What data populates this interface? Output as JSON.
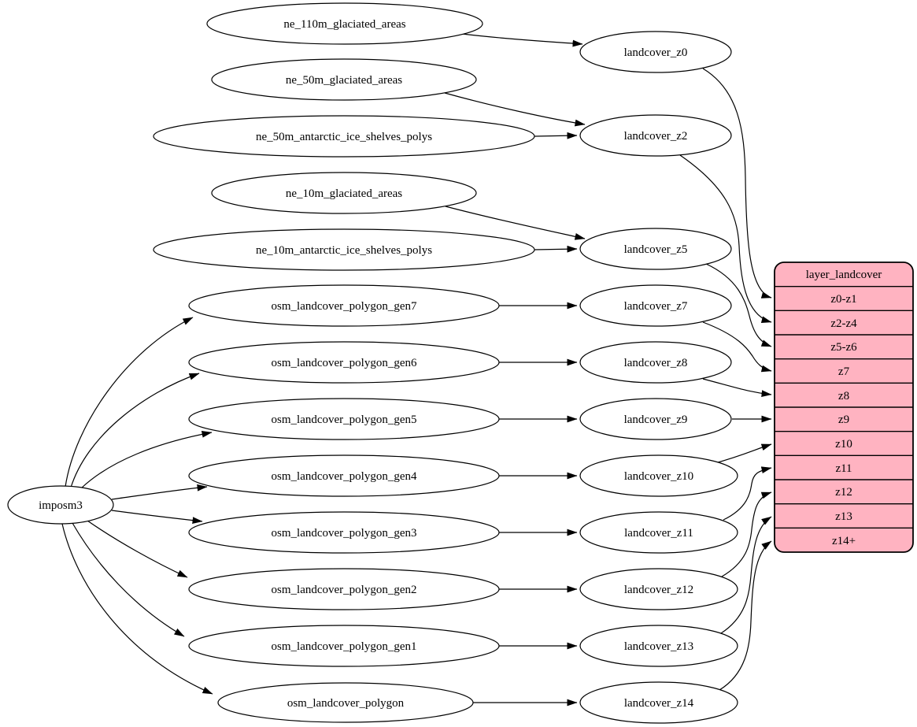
{
  "colors": {
    "background": "#ffffff",
    "node_fill": "#ffffff",
    "node_stroke": "#000000",
    "edge_color": "#000000",
    "record_fill": "#ffb3c1",
    "text_color": "#000000"
  },
  "root_node": {
    "label": "imposm3"
  },
  "sources": [
    {
      "label": "ne_110m_glaciated_areas"
    },
    {
      "label": "ne_50m_glaciated_areas"
    },
    {
      "label": "ne_50m_antarctic_ice_shelves_polys"
    },
    {
      "label": "ne_10m_glaciated_areas"
    },
    {
      "label": "ne_10m_antarctic_ice_shelves_polys"
    },
    {
      "label": "osm_landcover_polygon_gen7"
    },
    {
      "label": "osm_landcover_polygon_gen6"
    },
    {
      "label": "osm_landcover_polygon_gen5"
    },
    {
      "label": "osm_landcover_polygon_gen4"
    },
    {
      "label": "osm_landcover_polygon_gen3"
    },
    {
      "label": "osm_landcover_polygon_gen2"
    },
    {
      "label": "osm_landcover_polygon_gen1"
    },
    {
      "label": "osm_landcover_polygon"
    }
  ],
  "generalized": [
    {
      "label": "landcover_z0"
    },
    {
      "label": "landcover_z2"
    },
    {
      "label": "landcover_z5"
    },
    {
      "label": "landcover_z7"
    },
    {
      "label": "landcover_z8"
    },
    {
      "label": "landcover_z9"
    },
    {
      "label": "landcover_z10"
    },
    {
      "label": "landcover_z11"
    },
    {
      "label": "landcover_z12"
    },
    {
      "label": "landcover_z13"
    },
    {
      "label": "landcover_z14"
    }
  ],
  "layer_table": {
    "title": "layer_landcover",
    "rows": [
      "z0-z1",
      "z2-z4",
      "z5-z6",
      "z7",
      "z8",
      "z9",
      "z10",
      "z11",
      "z12",
      "z13",
      "z14+"
    ]
  },
  "edges": [
    {
      "from": "ne_110m_glaciated_areas",
      "to": "landcover_z0"
    },
    {
      "from": "ne_50m_glaciated_areas",
      "to": "landcover_z2"
    },
    {
      "from": "ne_50m_antarctic_ice_shelves_polys",
      "to": "landcover_z2"
    },
    {
      "from": "ne_10m_glaciated_areas",
      "to": "landcover_z5"
    },
    {
      "from": "ne_10m_antarctic_ice_shelves_polys",
      "to": "landcover_z5"
    },
    {
      "from": "osm_landcover_polygon_gen7",
      "to": "landcover_z7"
    },
    {
      "from": "osm_landcover_polygon_gen6",
      "to": "landcover_z8"
    },
    {
      "from": "osm_landcover_polygon_gen5",
      "to": "landcover_z9"
    },
    {
      "from": "osm_landcover_polygon_gen4",
      "to": "landcover_z10"
    },
    {
      "from": "osm_landcover_polygon_gen3",
      "to": "landcover_z11"
    },
    {
      "from": "osm_landcover_polygon_gen2",
      "to": "landcover_z12"
    },
    {
      "from": "osm_landcover_polygon_gen1",
      "to": "landcover_z13"
    },
    {
      "from": "osm_landcover_polygon",
      "to": "landcover_z14"
    },
    {
      "from": "imposm3",
      "to": "osm_landcover_polygon_gen7"
    },
    {
      "from": "imposm3",
      "to": "osm_landcover_polygon_gen6"
    },
    {
      "from": "imposm3",
      "to": "osm_landcover_polygon_gen5"
    },
    {
      "from": "imposm3",
      "to": "osm_landcover_polygon_gen4"
    },
    {
      "from": "imposm3",
      "to": "osm_landcover_polygon_gen3"
    },
    {
      "from": "imposm3",
      "to": "osm_landcover_polygon_gen2"
    },
    {
      "from": "imposm3",
      "to": "osm_landcover_polygon_gen1"
    },
    {
      "from": "imposm3",
      "to": "osm_landcover_polygon"
    },
    {
      "from": "landcover_z0",
      "to": "layer_landcover",
      "to_row": "z0-z1"
    },
    {
      "from": "landcover_z2",
      "to": "layer_landcover",
      "to_row": "z2-z4"
    },
    {
      "from": "landcover_z5",
      "to": "layer_landcover",
      "to_row": "z5-z6"
    },
    {
      "from": "landcover_z7",
      "to": "layer_landcover",
      "to_row": "z7"
    },
    {
      "from": "landcover_z8",
      "to": "layer_landcover",
      "to_row": "z8"
    },
    {
      "from": "landcover_z9",
      "to": "layer_landcover",
      "to_row": "z9"
    },
    {
      "from": "landcover_z10",
      "to": "layer_landcover",
      "to_row": "z10"
    },
    {
      "from": "landcover_z11",
      "to": "layer_landcover",
      "to_row": "z11"
    },
    {
      "from": "landcover_z12",
      "to": "layer_landcover",
      "to_row": "z12"
    },
    {
      "from": "landcover_z13",
      "to": "layer_landcover",
      "to_row": "z13"
    },
    {
      "from": "landcover_z14",
      "to": "layer_landcover",
      "to_row": "z14+"
    }
  ]
}
